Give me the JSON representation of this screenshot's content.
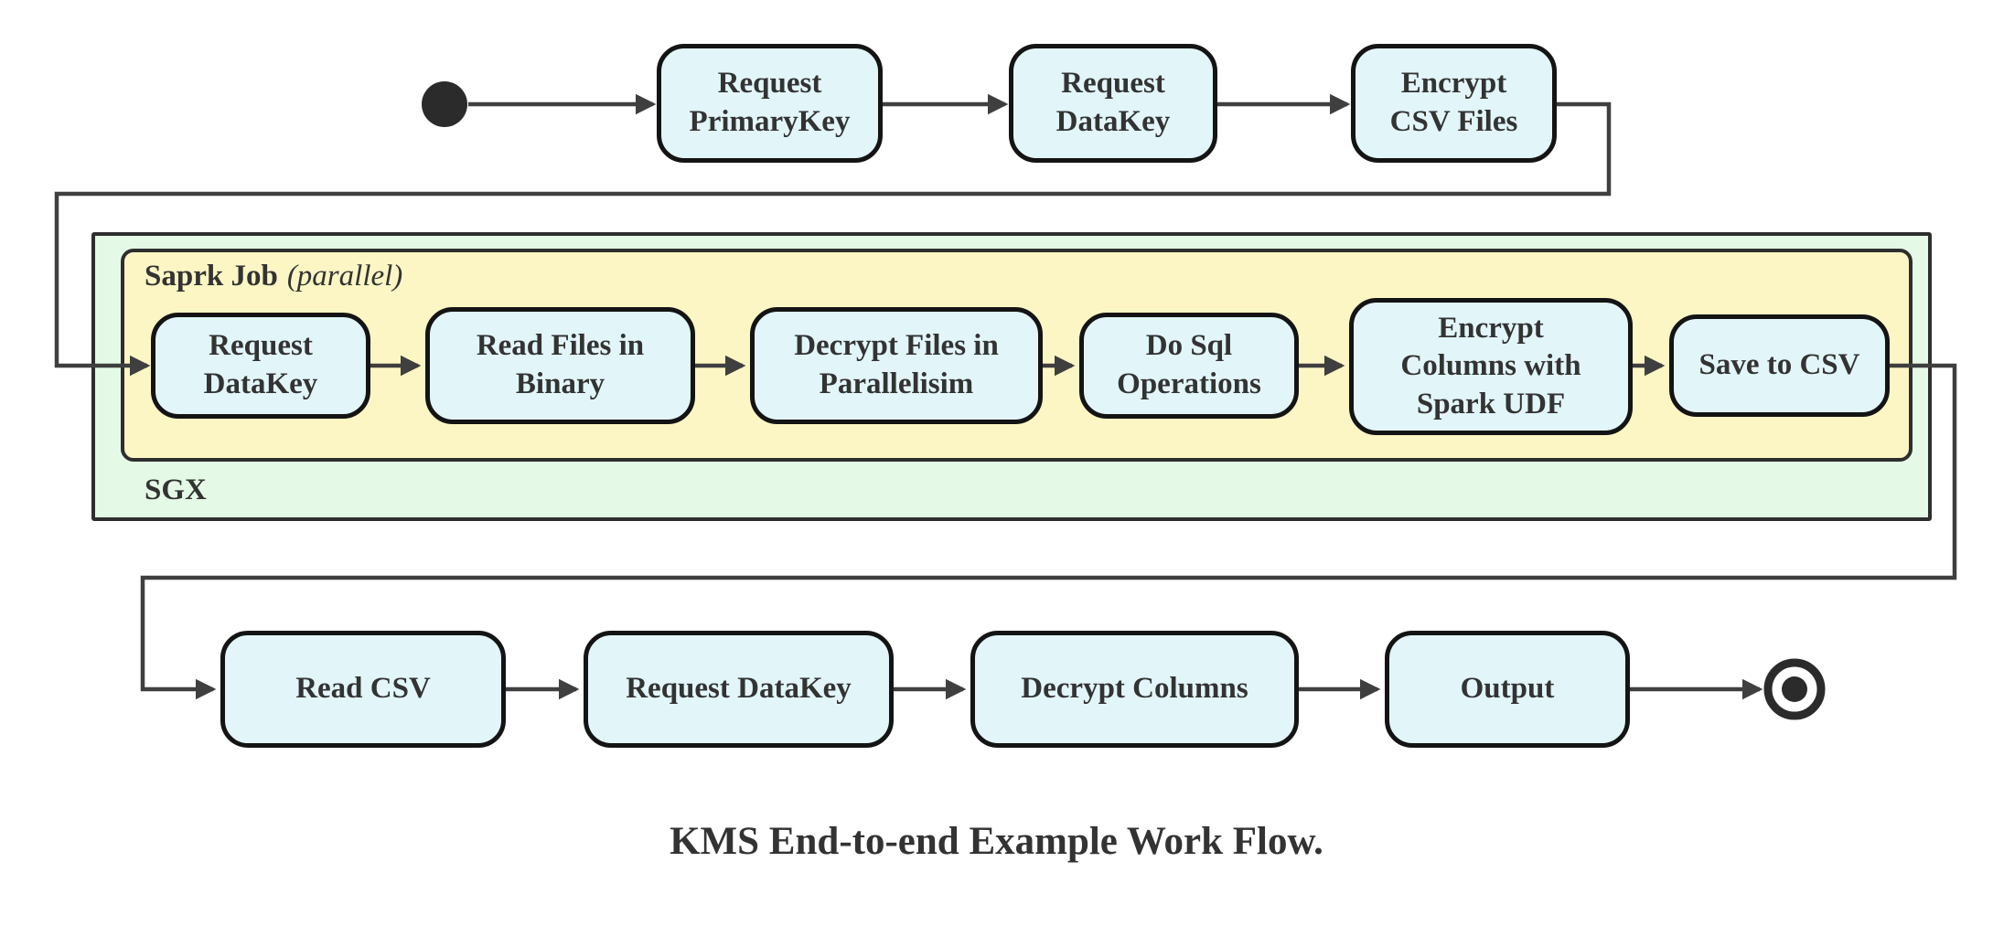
{
  "colors": {
    "canvas_bg": "#ffffff",
    "node_fill": "#e2f6fa",
    "node_border": "#141414",
    "sgx_fill": "#e5fae6",
    "spark_fill": "#fcf6c4",
    "container_border": "#2e2e2e",
    "edge": "#3f3f3f",
    "text": "#333333",
    "terminal": "#2b2b2b"
  },
  "title": "KMS End-to-end Example Work Flow.",
  "containers": {
    "sgx": {
      "label": "SGX"
    },
    "spark_job": {
      "label": "Saprk Job",
      "label_suffix": "(parallel)"
    }
  },
  "nodes": {
    "top": [
      {
        "id": "request-primarykey",
        "label": "Request\nPrimaryKey"
      },
      {
        "id": "request-datakey-top",
        "label": "Request\nDataKey"
      },
      {
        "id": "encrypt-csv-files",
        "label": "Encrypt\nCSV Files"
      }
    ],
    "sgx_row": [
      {
        "id": "request-datakey-sgx",
        "label": "Request\nDataKey"
      },
      {
        "id": "read-files-in-binary",
        "label": "Read Files in\nBinary"
      },
      {
        "id": "decrypt-files-in-parallelisim",
        "label": "Decrypt Files in\nParallelisim"
      },
      {
        "id": "do-sql-operations",
        "label": "Do Sql\nOperations"
      },
      {
        "id": "encrypt-columns-with-spark-udf",
        "label": "Encrypt\nColumns with\nSpark UDF"
      },
      {
        "id": "save-to-csv",
        "label": "Save to CSV"
      }
    ],
    "bottom": [
      {
        "id": "read-csv",
        "label": "Read CSV"
      },
      {
        "id": "request-datakey-bottom",
        "label": "Request DataKey"
      },
      {
        "id": "decrypt-columns",
        "label": "Decrypt Columns"
      },
      {
        "id": "output",
        "label": "Output"
      }
    ]
  },
  "terminals": {
    "start": "start",
    "end": "end"
  }
}
